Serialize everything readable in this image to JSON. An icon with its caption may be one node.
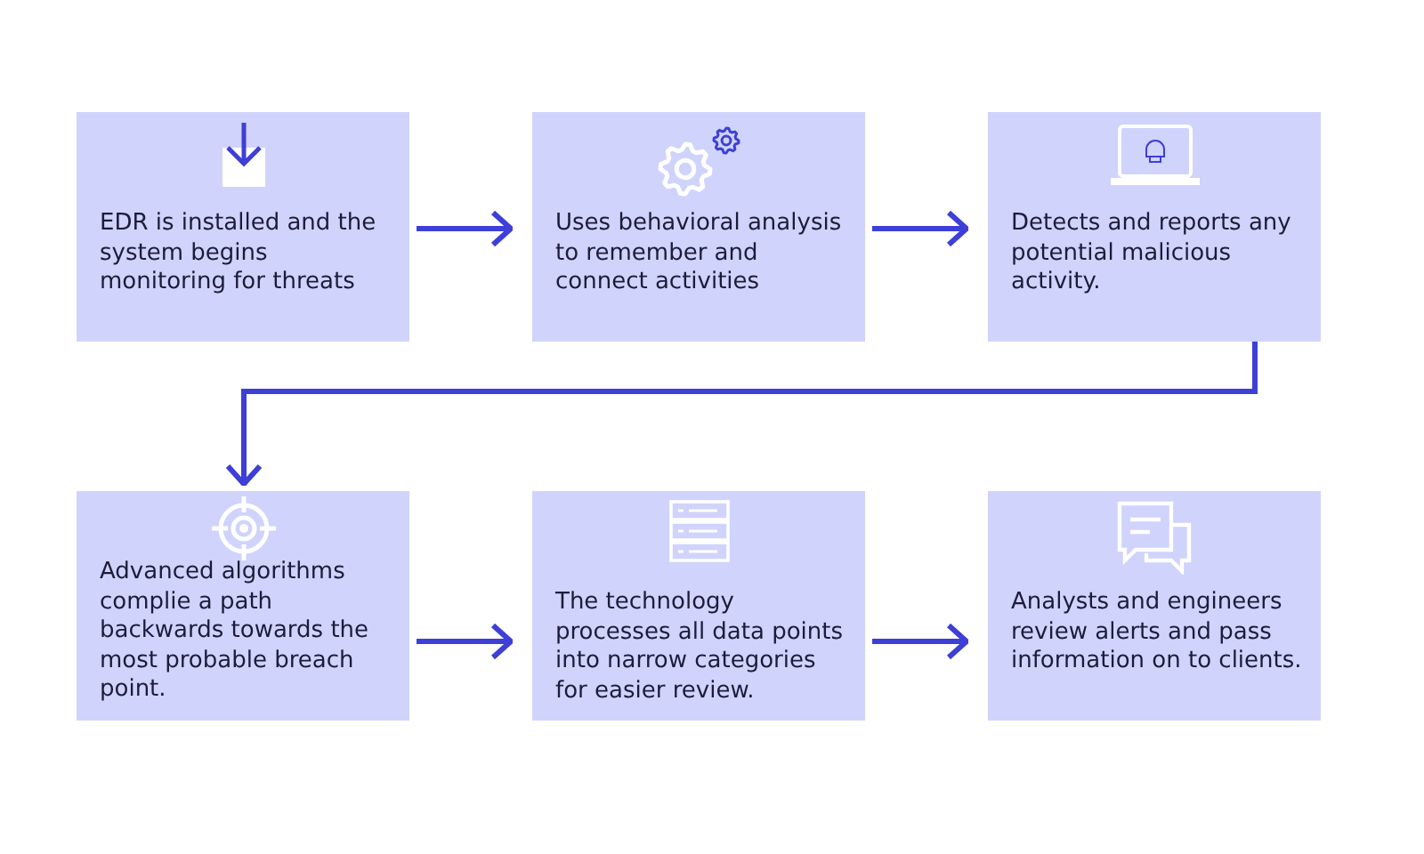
{
  "diagram": {
    "nodes": [
      {
        "text": [
          "EDR is installed and the system begins monitoring for threats"
        ]
      },
      {
        "text": [
          "Uses behavioral analysis to remember and connect activities"
        ]
      },
      {
        "text": [
          "Detects and reports any potential malicious activity."
        ]
      },
      {
        "text": [
          "Advanced algorithms complie a path backwards towards the most probable breach point."
        ]
      },
      {
        "text": [
          "The technology processes all data points into narrow categories for easier review."
        ]
      },
      {
        "text": [
          "Analysts and engineers review alerts and pass information on to clients."
        ]
      }
    ],
    "edges": [
      {
        "from": 0,
        "to": 1,
        "arrow": "to"
      },
      {
        "from": 1,
        "to": 2,
        "arrow": "to"
      },
      {
        "from": 2,
        "to": 3,
        "arrow": "to"
      },
      {
        "from": 3,
        "to": 4,
        "arrow": "to"
      },
      {
        "from": 4,
        "to": 5,
        "arrow": "to"
      }
    ]
  }
}
